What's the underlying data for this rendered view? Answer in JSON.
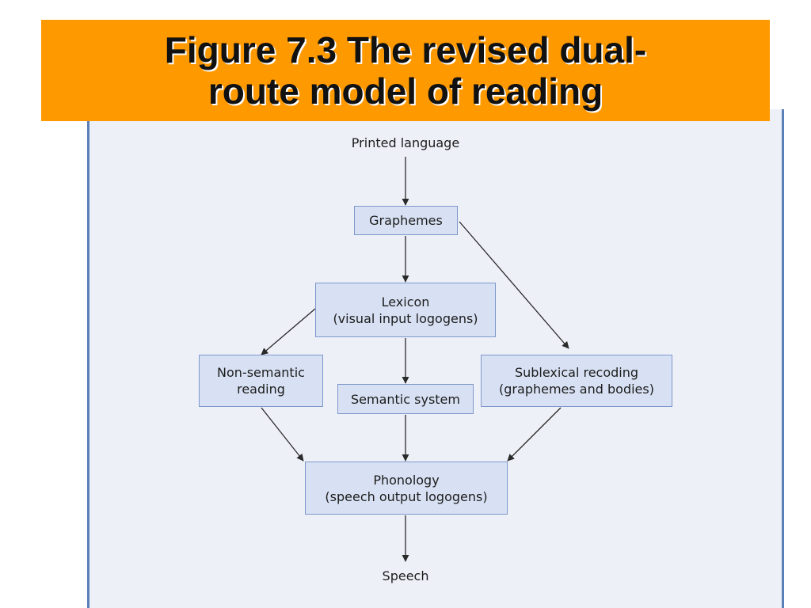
{
  "title": {
    "line1": "Figure 7.3 The revised dual-",
    "line2": "route model of reading"
  },
  "nodes": {
    "printed_language": "Printed language",
    "graphemes": "Graphemes",
    "lexicon_line1": "Lexicon",
    "lexicon_line2": "(visual input logogens)",
    "non_semantic_line1": "Non-semantic",
    "non_semantic_line2": "reading",
    "semantic_system": "Semantic system",
    "sublexical_line1": "Sublexical recoding",
    "sublexical_line2": "(graphemes and bodies)",
    "phonology_line1": "Phonology",
    "phonology_line2": "(speech output logogens)",
    "speech": "Speech"
  },
  "colors": {
    "title_bg": "#ff9900",
    "panel_bg": "#eef0f8",
    "panel_border": "#5b7fb8",
    "box_bg": "#d8e1f3",
    "box_border": "#7d97cb",
    "arrow": "#2a2a2a"
  }
}
